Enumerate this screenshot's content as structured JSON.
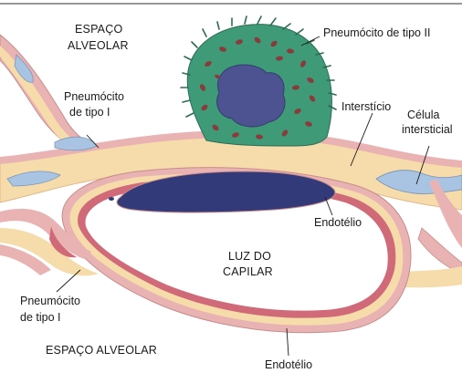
{
  "labels": {
    "alveolar_space_top_line1": "ESPAÇO",
    "alveolar_space_top_line2": "ALVEOLAR",
    "type2_pneumocyte": "Pneumócito de tipo II",
    "type1_pneumocyte_top_line1": "Pneumócito",
    "type1_pneumocyte_top_line2": "de tipo I",
    "interstitium": "Interstício",
    "interstitial_cell_line1": "Célula",
    "interstitial_cell_line2": "intersticial",
    "endothelium_middle": "Endotélio",
    "capillary_lumen_line1": "LUZ DO",
    "capillary_lumen_line2": "CAPILAR",
    "type1_pneumocyte_bottom_line1": "Pneumócito",
    "type1_pneumocyte_bottom_line2": "de tipo I",
    "alveolar_space_bottom": "ESPAÇO ALVEOLAR",
    "endothelium_bottom": "Endotélio"
  },
  "colors": {
    "interstitium": "#f6dcaa",
    "epithelium_pink": "#eab3b3",
    "endothelium_red": "#d06a78",
    "type2_cell": "#3f9a78",
    "type2_nucleus": "#4d5390",
    "granules": "#8a3b3b",
    "red_blood_cell": "#323a7a",
    "interstitial_cell": "#a9c4e3"
  }
}
